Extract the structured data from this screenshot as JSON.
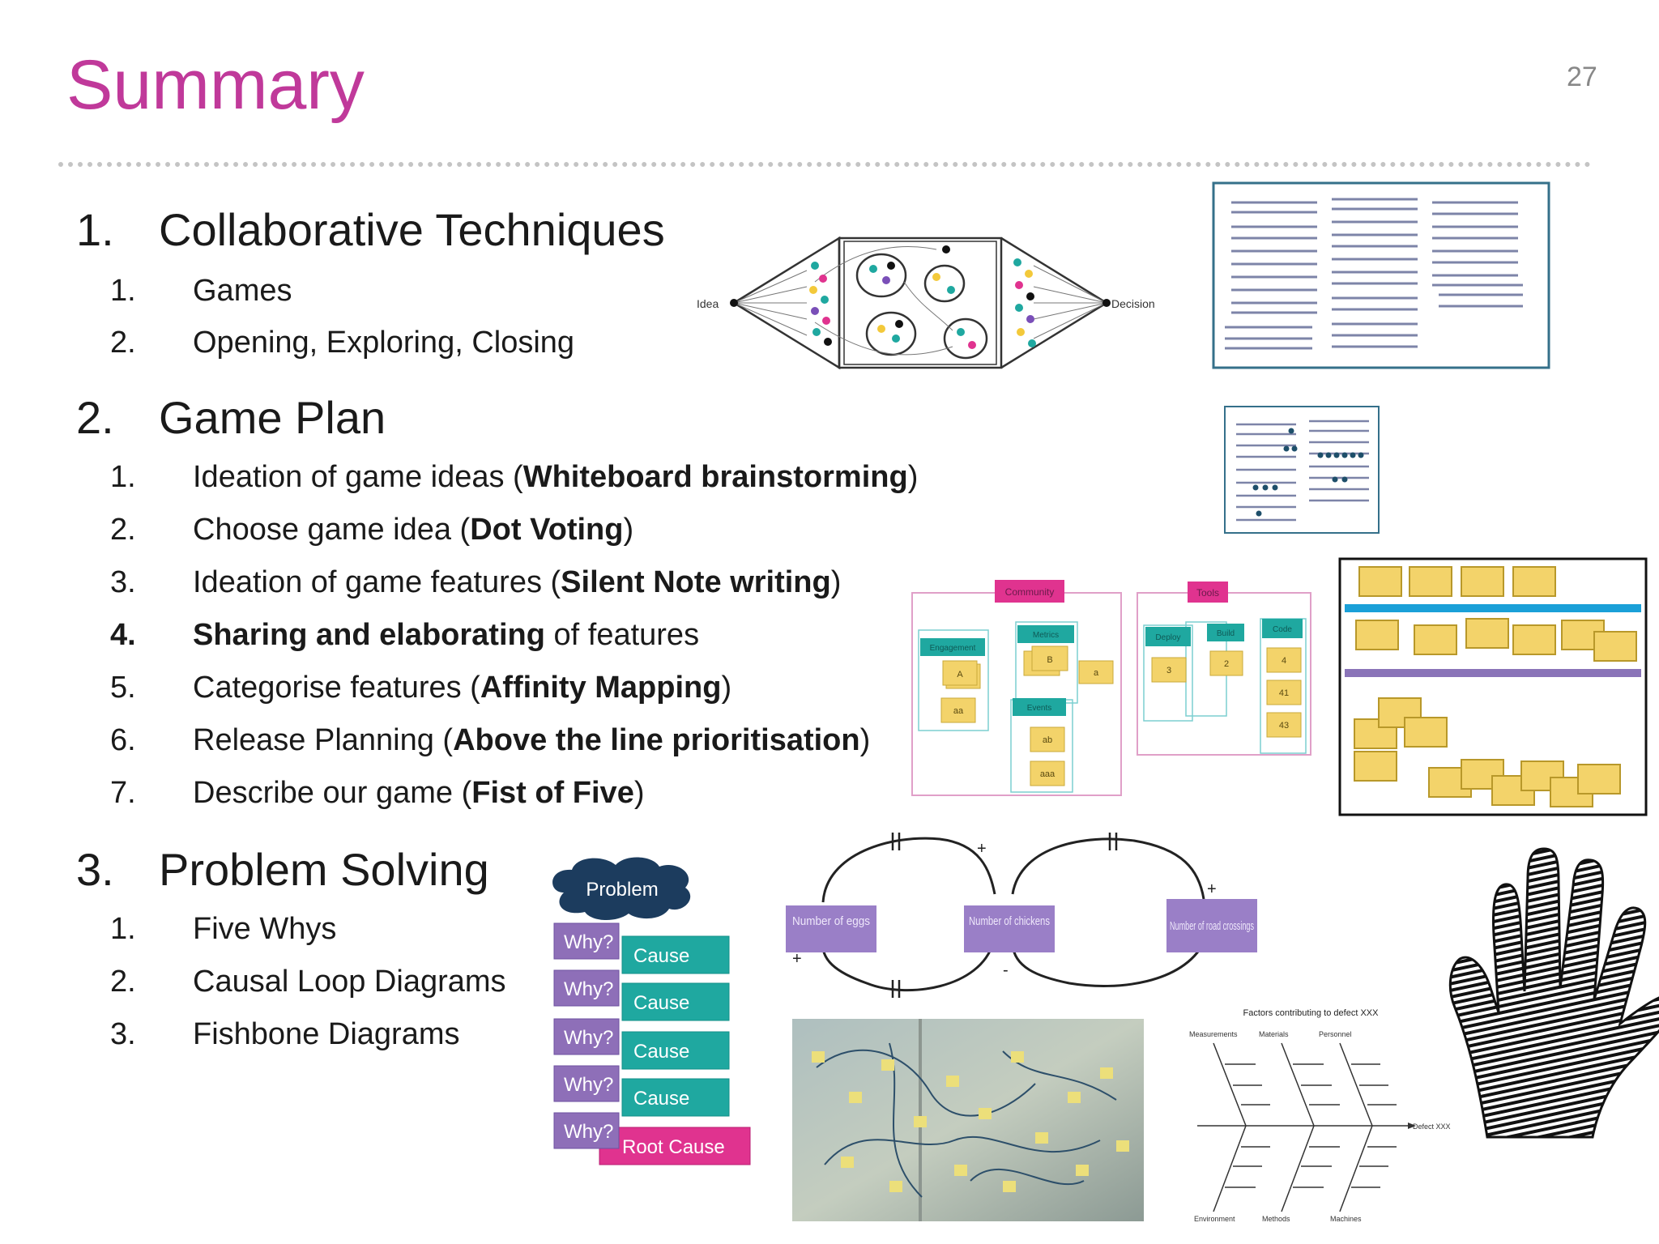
{
  "slide": {
    "title": "Summary",
    "page_number": "27"
  },
  "sections": [
    {
      "number": "1.",
      "title": "Collaborative Techniques",
      "items": [
        {
          "number": "1.",
          "text": "Games"
        },
        {
          "number": "2.",
          "text": "Opening, Exploring, Closing"
        }
      ]
    },
    {
      "number": "2.",
      "title": "Game Plan",
      "items": [
        {
          "number": "1.",
          "pre": "Ideation of game ideas (",
          "bold": "Whiteboard brainstorming",
          "post": ")"
        },
        {
          "number": "2.",
          "pre": "Choose game idea (",
          "bold": "Dot Voting",
          "post": ")"
        },
        {
          "number": "3.",
          "pre": "Ideation of game features (",
          "bold": "Silent Note writing",
          "post": ")"
        },
        {
          "number": "4.",
          "pre": "",
          "bold": "Sharing and elaborating",
          "post": " of features"
        },
        {
          "number": "5.",
          "pre": "Categorise features (",
          "bold": "Affinity Mapping",
          "post": ")"
        },
        {
          "number": "6.",
          "pre": "Release Planning (",
          "bold": "Above the line prioritisation",
          "post": ")"
        },
        {
          "number": "7.",
          "pre": "Describe our game (",
          "bold": "Fist of Five",
          "post": ")"
        }
      ]
    },
    {
      "number": "3.",
      "title": "Problem Solving",
      "items": [
        {
          "number": "1.",
          "text": "Five Whys"
        },
        {
          "number": "2.",
          "text": "Causal Loop Diagrams"
        },
        {
          "number": "3.",
          "text": "Fishbone Diagrams"
        }
      ]
    }
  ],
  "diagrams": {
    "divergence": {
      "idea_label": "Idea",
      "decision_label": "Decision"
    },
    "affinity": {
      "group_headers": [
        "Community",
        "Tools"
      ],
      "card_headers": [
        "Engagement",
        "Metrics",
        "Events",
        "Deploy",
        "Build",
        "Code"
      ],
      "card_labels": [
        "A",
        "aa",
        "B",
        "a",
        "ab",
        "aaa",
        "3",
        "2",
        "4",
        "41",
        "43"
      ]
    },
    "five_whys": {
      "problem_label": "Problem",
      "why_label": "Why?",
      "cause_label": "Cause",
      "root_cause_label": "Root Cause"
    },
    "causal_loop": {
      "nodes": [
        "Number of eggs",
        "Number of chickens",
        "Number of road crossings"
      ]
    },
    "fishbone": {
      "title": "Factors contributing to defect XXX",
      "top_categories": [
        "Measurements",
        "Materials",
        "Personnel"
      ],
      "bottom_categories": [
        "Environment",
        "Methods",
        "Machines"
      ],
      "effect_label": "Defect XXX"
    }
  },
  "colors": {
    "title": "#c0399a",
    "why_box": "#8e6fb8",
    "cause_box": "#1fa8a0",
    "root_cause_box": "#e0338f",
    "sticky": "#f3d36a",
    "node_box": "#9a7fc7"
  }
}
